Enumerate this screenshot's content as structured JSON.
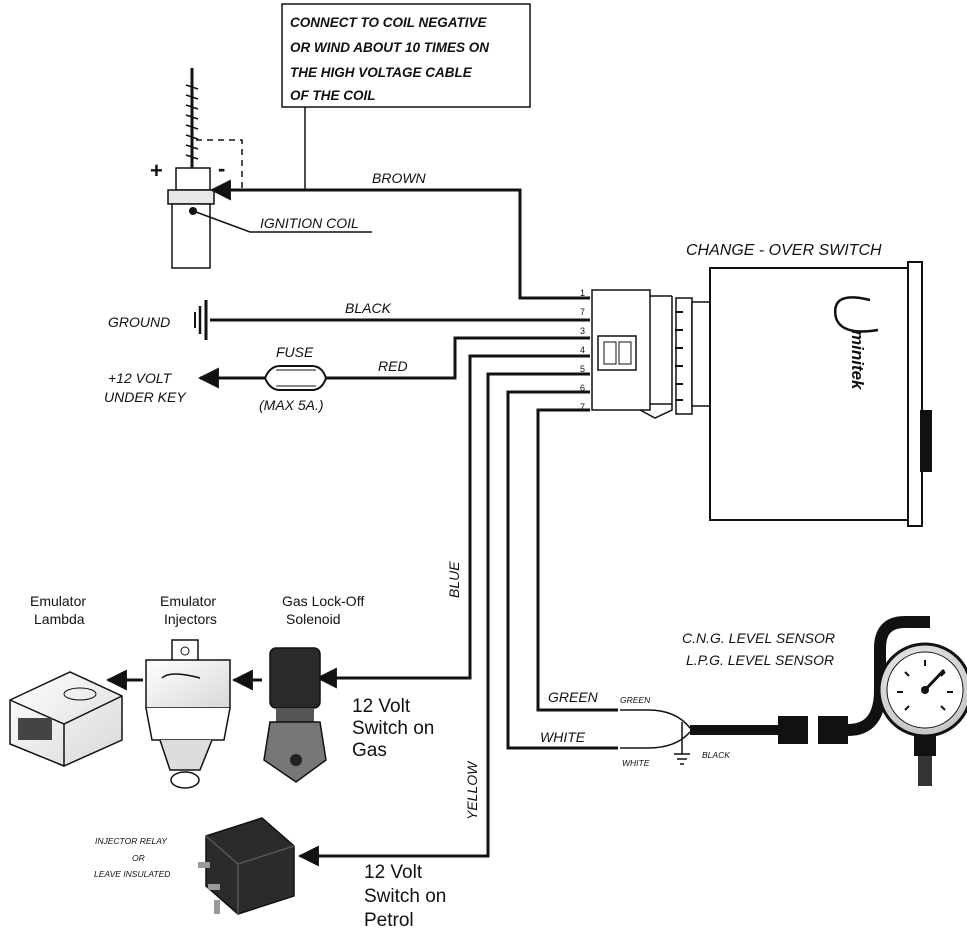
{
  "note": {
    "line1": "CONNECT TO COIL NEGATIVE",
    "line2": "OR WIND ABOUT 10 TIMES ON",
    "line3": "THE HIGH VOLTAGE CABLE",
    "line4": "OF THE COIL"
  },
  "coil": {
    "label": "IGNITION COIL",
    "plus": "+",
    "minus": "-"
  },
  "wires": {
    "brown": "BROWN",
    "black": "BLACK",
    "red": "RED",
    "blue": "BLUE",
    "green": "GREEN",
    "white": "WHITE",
    "yellow": "YELLOW"
  },
  "ground": {
    "label": "GROUND"
  },
  "power": {
    "line1": "+12 VOLT",
    "line2": "UNDER KEY"
  },
  "fuse": {
    "label": "FUSE",
    "rating": "(MAX 5A.)"
  },
  "connector": {
    "pins": [
      "1",
      "7",
      "3",
      "4",
      "5",
      "6",
      "7"
    ]
  },
  "switch": {
    "title": "CHANGE - OVER  SWITCH",
    "brand": "minitek"
  },
  "sensor": {
    "line1": "C.N.G. LEVEL SENSOR",
    "line2": "L.P.G. LEVEL SENSOR",
    "green_small": "GREEN",
    "white_small": "WHITE",
    "black_small": "BLACK"
  },
  "components": {
    "lambda": {
      "line1": "Emulator",
      "line2": "Lambda"
    },
    "injectors": {
      "line1": "Emulator",
      "line2": "Injectors"
    },
    "solenoid": {
      "line1": "Gas Lock-Off",
      "line2": "Solenoid"
    }
  },
  "gas_switch": {
    "line1": "12 Volt",
    "line2": "Switch on",
    "line3": "Gas"
  },
  "petrol_switch": {
    "line1": "12 Volt",
    "line2": "Switch on",
    "line3": "Petrol"
  },
  "relay": {
    "line1": "INJECTOR RELAY",
    "line2": "OR",
    "line3": "LEAVE INSULATED"
  }
}
